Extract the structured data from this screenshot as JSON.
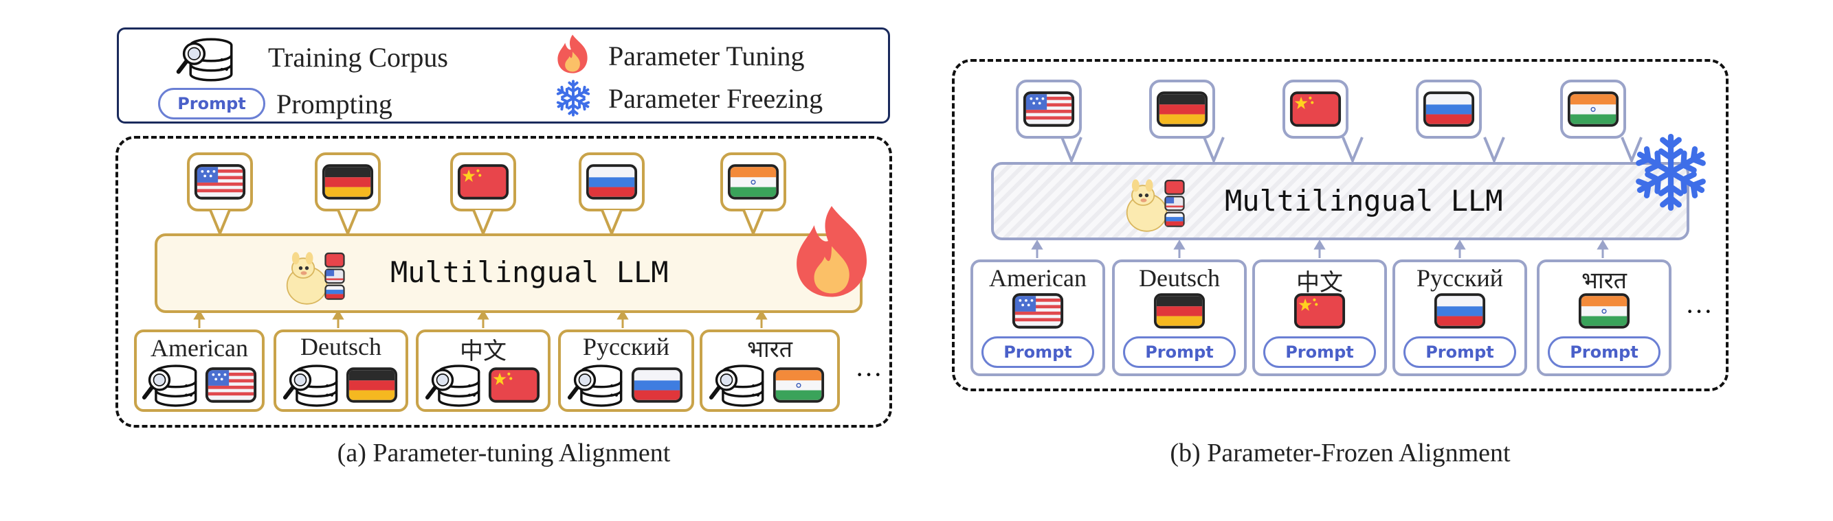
{
  "legend": {
    "training_corpus": "Training Corpus",
    "prompting": "Prompting",
    "parameter_tuning": "Parameter Tuning",
    "parameter_freezing": "Parameter Freezing",
    "prompt_badge": "Prompt"
  },
  "panel_a": {
    "llm_label": "Multilingual LLM",
    "languages": [
      "American",
      "Deutsch",
      "中文",
      "Русский",
      "भारत"
    ],
    "ellipsis": "···",
    "caption": "(a) Parameter-tuning Alignment"
  },
  "panel_b": {
    "llm_label": "Multilingual LLM",
    "languages": [
      "American",
      "Deutsch",
      "中文",
      "Русский",
      "भारत"
    ],
    "prompt_label": "Prompt",
    "ellipsis": "···",
    "caption": "(b) Parameter-Frozen Alignment"
  },
  "flags": [
    "us-flag",
    "germany-flag",
    "china-flag",
    "russia-flag",
    "india-flag"
  ],
  "colors": {
    "tuning_border": "#c9a34a",
    "frozen_border": "#9aa3c9",
    "prompt_blue": "#4a60c9",
    "legend_border": "#1a2a5c"
  }
}
